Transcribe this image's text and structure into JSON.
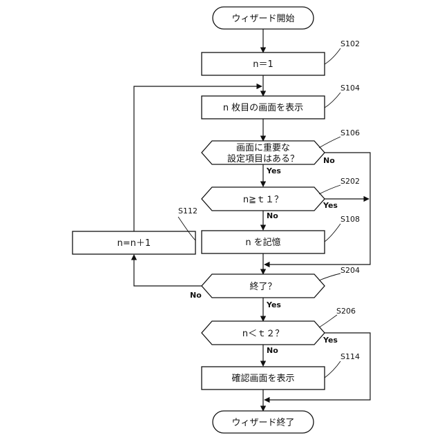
{
  "nodes": {
    "start": "ウィザード開始",
    "s102": "n＝1",
    "s104": "n 枚目の画面を表示",
    "s106_line1": "画面に重要な",
    "s106_line2": "設定項目はある？",
    "s202": "n≧ｔ１？",
    "s108": "n を記憶",
    "s112": "n=n＋1",
    "s204": "終了？",
    "s206": "n＜ｔ２？",
    "s114": "確認画面を表示",
    "end": "ウィザード終了"
  },
  "tags": {
    "s102": "S102",
    "s104": "S104",
    "s106": "S106",
    "s202": "S202",
    "s108": "S108",
    "s112": "S112",
    "s204": "S204",
    "s206": "S206",
    "s114": "S114"
  },
  "branches": {
    "s106_no": "No",
    "s106_yes": "Yes",
    "s202_yes": "Yes",
    "s202_no": "No",
    "s204_no": "No",
    "s204_yes": "Yes",
    "s206_yes": "Yes",
    "s206_no": "No"
  }
}
